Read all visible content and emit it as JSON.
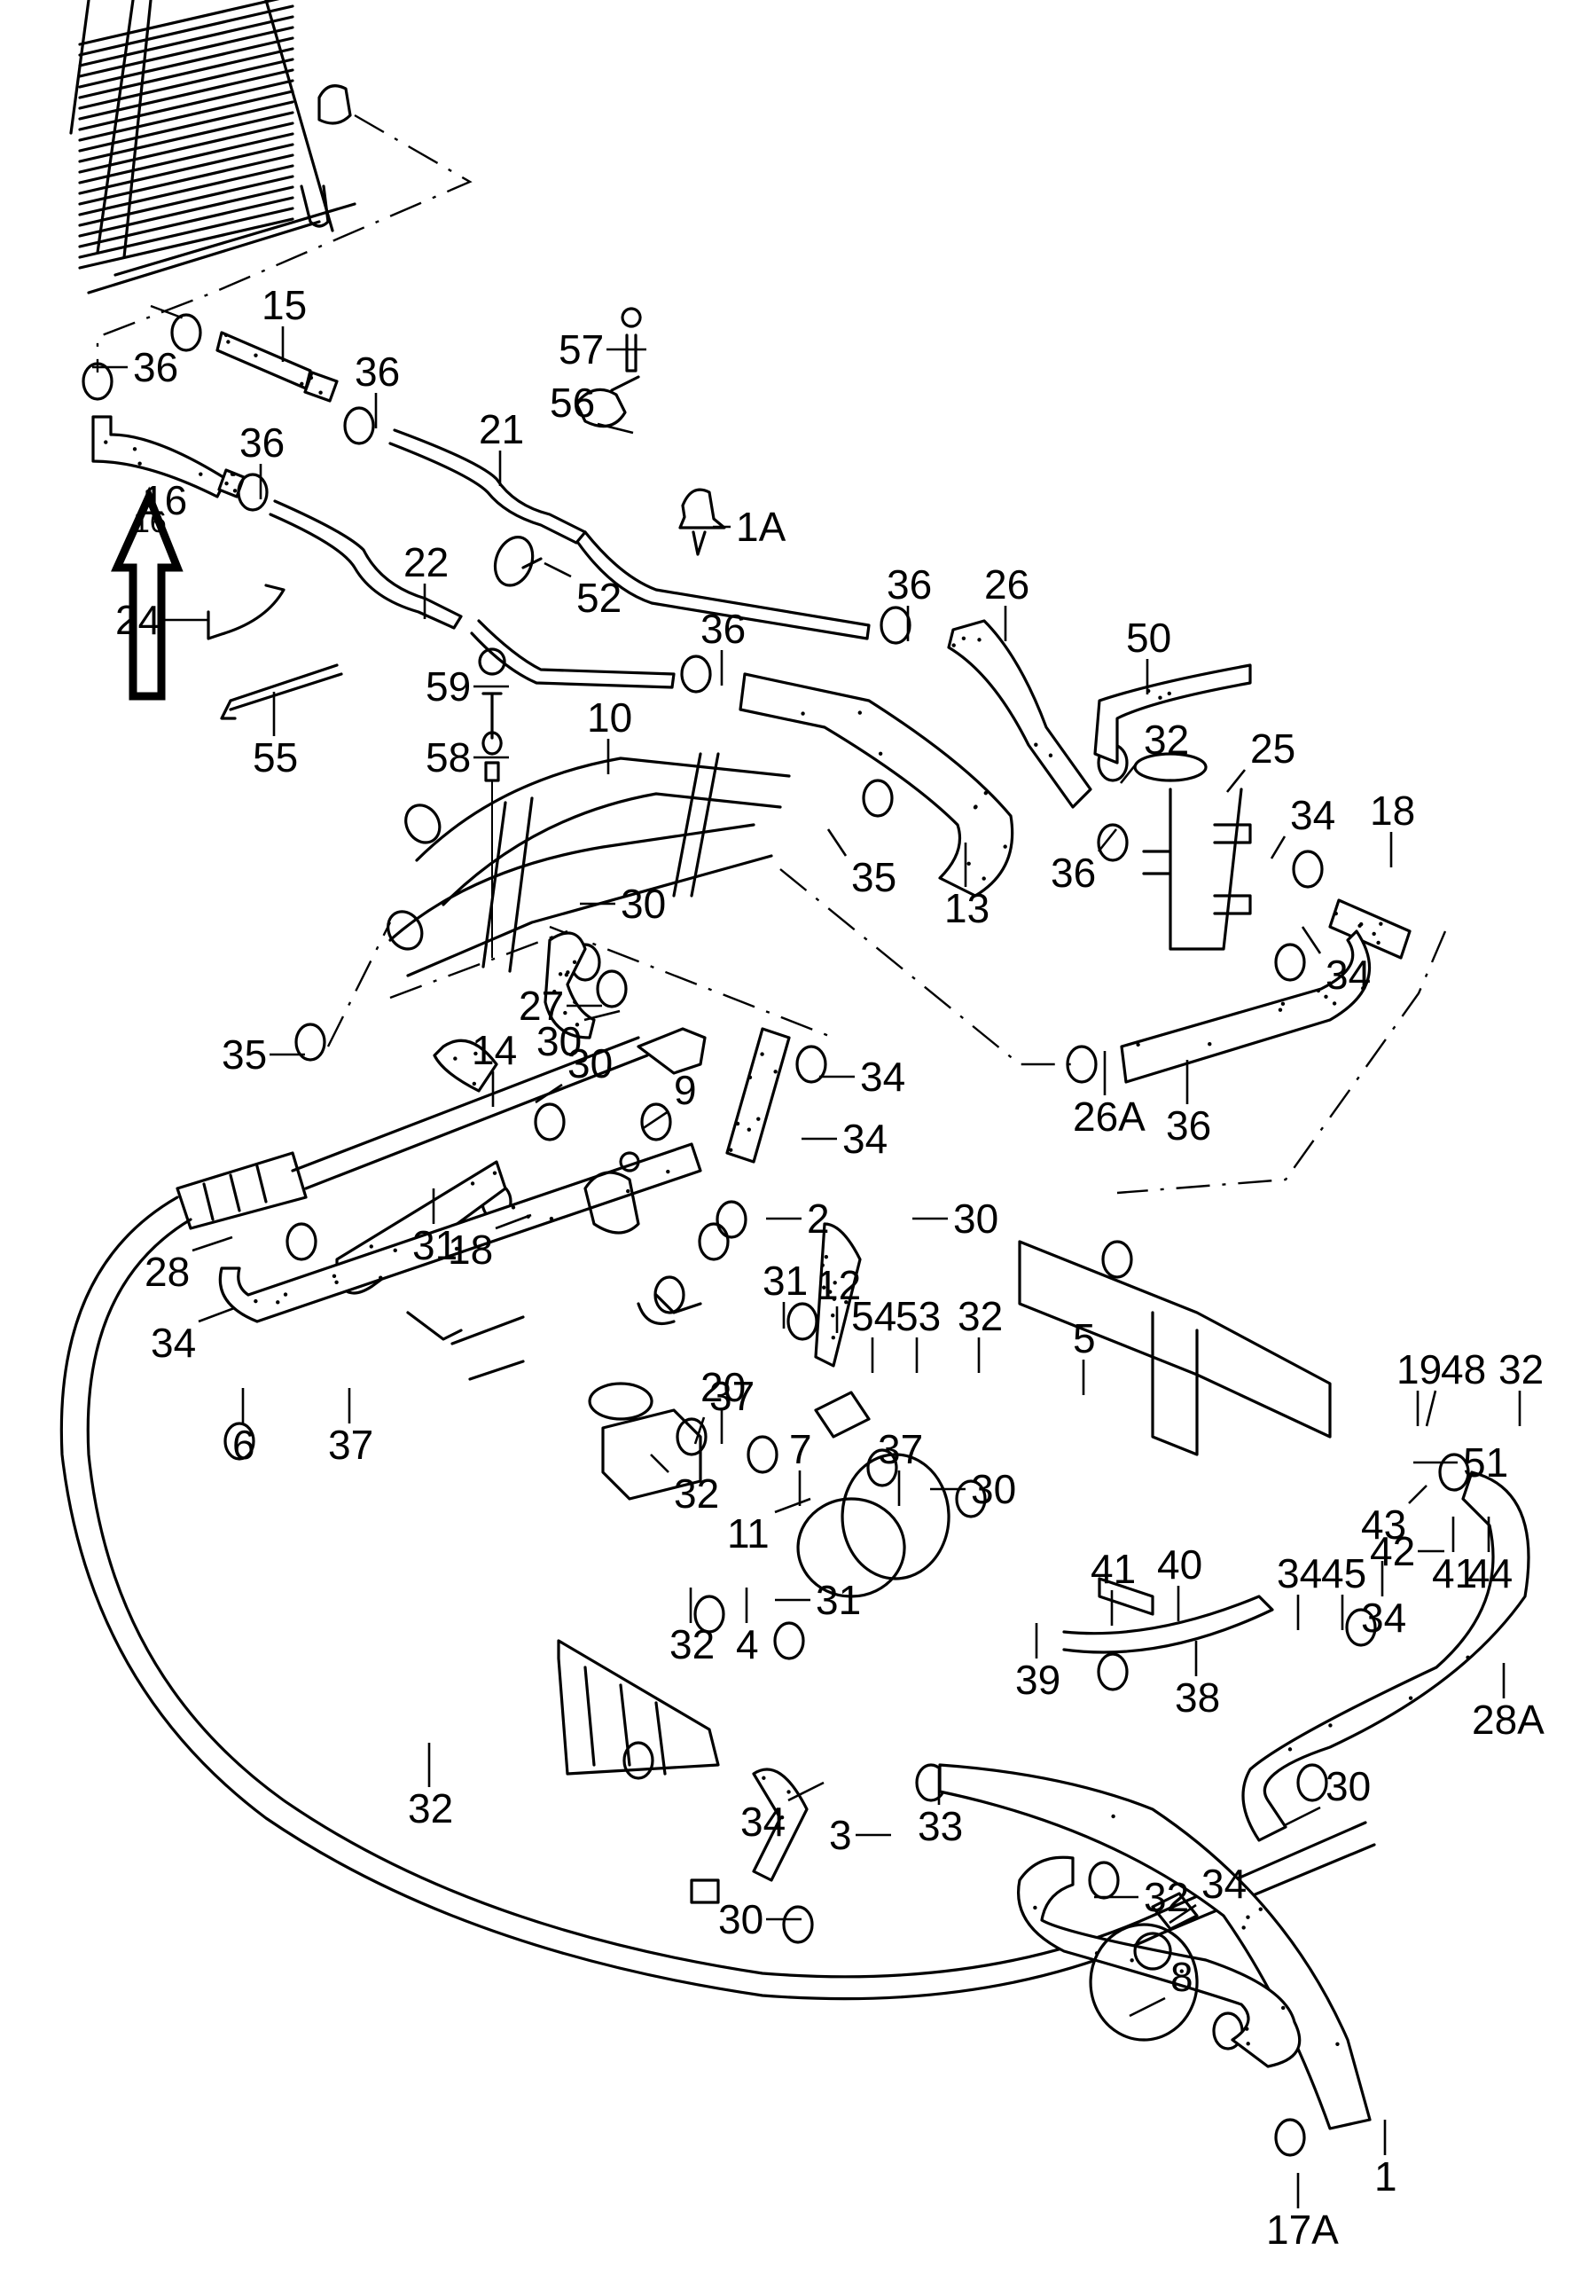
{
  "diagram": {
    "title": "Cooling system hoses and connections (exploded view)",
    "arrow": {
      "label": "16",
      "meaning": "direction of travel / front"
    },
    "callouts": [
      "36",
      "15",
      "36",
      "16",
      "36",
      "21",
      "57",
      "56",
      "1A",
      "22",
      "52",
      "24",
      "55",
      "36",
      "26",
      "36",
      "50",
      "59",
      "58",
      "10",
      "32",
      "25",
      "34",
      "18",
      "35",
      "13",
      "36",
      "30",
      "34",
      "27",
      "30",
      "35",
      "14",
      "34",
      "26A",
      "36",
      "30",
      "9",
      "34",
      "2",
      "31",
      "18",
      "30",
      "28",
      "34",
      "5",
      "31",
      "12",
      "54",
      "53",
      "32",
      "20",
      "19",
      "48",
      "32",
      "6",
      "37",
      "37",
      "7",
      "37",
      "30",
      "51",
      "32",
      "43",
      "42",
      "41",
      "44",
      "11",
      "31",
      "41",
      "40",
      "34",
      "45",
      "34",
      "32",
      "4",
      "39",
      "38",
      "28A",
      "34",
      "33",
      "3",
      "30",
      "30",
      "32",
      "8",
      "32",
      "1",
      "17A",
      "34"
    ]
  }
}
